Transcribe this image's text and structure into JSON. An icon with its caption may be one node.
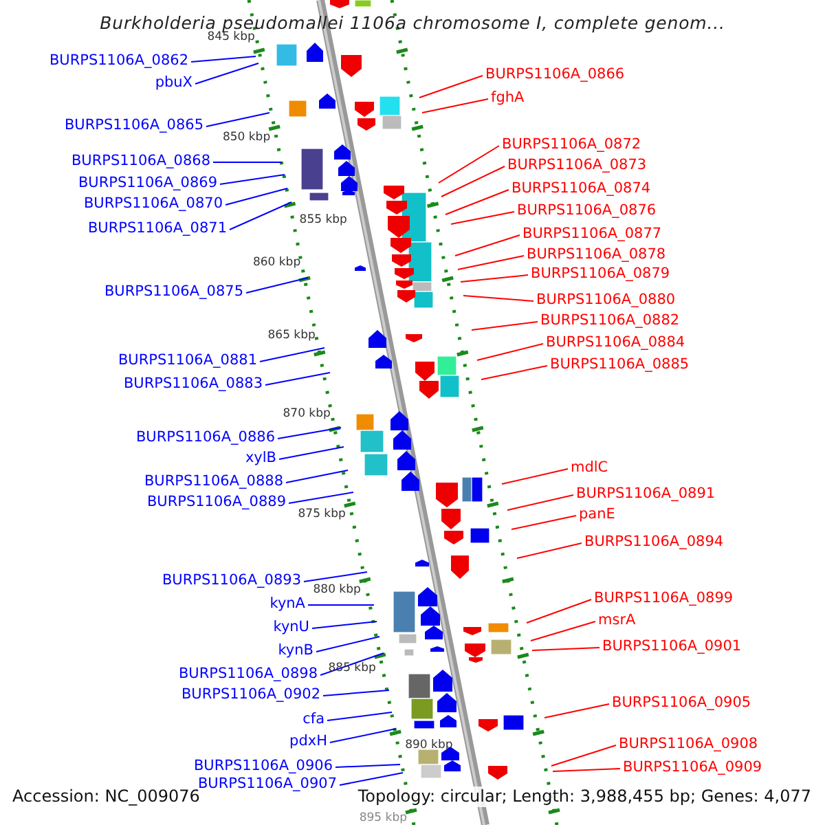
{
  "diagram": {
    "title": "Burkholderia pseudomallei 1106a chromosome I, complete genom...",
    "nodes": [
      {
        "text": [
          "BURPS1106A_0862"
        ]
      },
      {
        "text": [
          "pbuX"
        ]
      },
      {
        "text": [
          "BURPS1106A_0865"
        ]
      },
      {
        "text": [
          "BURPS1106A_0868"
        ]
      },
      {
        "text": [
          "BURPS1106A_0869"
        ]
      },
      {
        "text": [
          "BURPS1106A_0870"
        ]
      },
      {
        "text": [
          "BURPS1106A_0871"
        ]
      },
      {
        "text": [
          "BURPS1106A_0875"
        ]
      },
      {
        "text": [
          "BURPS1106A_0881"
        ]
      },
      {
        "text": [
          "BURPS1106A_0883"
        ]
      },
      {
        "text": [
          "BURPS1106A_0886"
        ]
      },
      {
        "text": [
          "xylB"
        ]
      },
      {
        "text": [
          "BURPS1106A_0888"
        ]
      },
      {
        "text": [
          "BURPS1106A_0889"
        ]
      },
      {
        "text": [
          "BURPS1106A_0893"
        ]
      },
      {
        "text": [
          "kynA"
        ]
      },
      {
        "text": [
          "kynU"
        ]
      },
      {
        "text": [
          "kynB"
        ]
      },
      {
        "text": [
          "BURPS1106A_0898"
        ]
      },
      {
        "text": [
          "BURPS1106A_0902"
        ]
      },
      {
        "text": [
          "cfa"
        ]
      },
      {
        "text": [
          "pdxH"
        ]
      },
      {
        "text": [
          "BURPS1106A_0906"
        ]
      },
      {
        "text": [
          "BURPS1106A_0907"
        ]
      },
      {
        "text": [
          "BURPS1106A_0866"
        ]
      },
      {
        "text": [
          "fghA"
        ]
      },
      {
        "text": [
          "BURPS1106A_0872"
        ]
      },
      {
        "text": [
          "BURPS1106A_0873"
        ]
      },
      {
        "text": [
          "BURPS1106A_0874"
        ]
      },
      {
        "text": [
          "BURPS1106A_0876"
        ]
      },
      {
        "text": [
          "BURPS1106A_0877"
        ]
      },
      {
        "text": [
          "BURPS1106A_0878"
        ]
      },
      {
        "text": [
          "BURPS1106A_0879"
        ]
      },
      {
        "text": [
          "BURPS1106A_0880"
        ]
      },
      {
        "text": [
          "BURPS1106A_0882"
        ]
      },
      {
        "text": [
          "BURPS1106A_0884"
        ]
      },
      {
        "text": [
          "BURPS1106A_0885"
        ]
      },
      {
        "text": [
          "mdlC"
        ]
      },
      {
        "text": [
          "BURPS1106A_0891"
        ]
      },
      {
        "text": [
          "panE"
        ]
      },
      {
        "text": [
          "BURPS1106A_0894"
        ]
      },
      {
        "text": [
          "BURPS1106A_0899"
        ]
      },
      {
        "text": [
          "msrA"
        ]
      },
      {
        "text": [
          "BURPS1106A_0901"
        ]
      },
      {
        "text": [
          "BURPS1106A_0905"
        ]
      },
      {
        "text": [
          "BURPS1106A_0908"
        ]
      },
      {
        "text": [
          "BURPS1106A_0909"
        ]
      }
    ],
    "edges": [
      {
        "from": 0,
        "to": null,
        "arrow": "none"
      },
      {
        "from": 1,
        "to": null,
        "arrow": "none"
      },
      {
        "from": 2,
        "to": null,
        "arrow": "none"
      },
      {
        "from": 3,
        "to": null,
        "arrow": "none"
      },
      {
        "from": 4,
        "to": null,
        "arrow": "none"
      },
      {
        "from": 5,
        "to": null,
        "arrow": "none"
      },
      {
        "from": 6,
        "to": null,
        "arrow": "none"
      },
      {
        "from": 7,
        "to": null,
        "arrow": "none"
      },
      {
        "from": 8,
        "to": null,
        "arrow": "none"
      },
      {
        "from": 9,
        "to": null,
        "arrow": "none"
      },
      {
        "from": 10,
        "to": null,
        "arrow": "none"
      },
      {
        "from": 11,
        "to": null,
        "arrow": "none"
      },
      {
        "from": 12,
        "to": null,
        "arrow": "none"
      },
      {
        "from": 13,
        "to": null,
        "arrow": "none"
      },
      {
        "from": 14,
        "to": null,
        "arrow": "none"
      },
      {
        "from": 15,
        "to": null,
        "arrow": "none"
      },
      {
        "from": 16,
        "to": null,
        "arrow": "none"
      },
      {
        "from": 17,
        "to": null,
        "arrow": "none"
      },
      {
        "from": 18,
        "to": null,
        "arrow": "none"
      },
      {
        "from": 19,
        "to": null,
        "arrow": "none"
      },
      {
        "from": 20,
        "to": null,
        "arrow": "none"
      },
      {
        "from": 21,
        "to": null,
        "arrow": "none"
      },
      {
        "from": 22,
        "to": null,
        "arrow": "none"
      },
      {
        "from": 23,
        "to": null,
        "arrow": "none"
      },
      {
        "from": 24,
        "to": null,
        "arrow": "none",
        "color": "#ff0000"
      },
      {
        "from": 25,
        "to": null,
        "arrow": "none",
        "color": "#ff0000"
      },
      {
        "from": 26,
        "to": null,
        "arrow": "none",
        "color": "#ff0000"
      },
      {
        "from": 27,
        "to": null,
        "arrow": "none",
        "color": "#ff0000"
      },
      {
        "from": 28,
        "to": null,
        "arrow": "none",
        "color": "#ff0000"
      },
      {
        "from": 29,
        "to": null,
        "arrow": "none",
        "color": "#ff0000"
      },
      {
        "from": 30,
        "to": null,
        "arrow": "none",
        "color": "#ff0000"
      },
      {
        "from": 31,
        "to": null,
        "arrow": "none",
        "color": "#ff0000"
      },
      {
        "from": 32,
        "to": null,
        "arrow": "none",
        "color": "#ff0000"
      },
      {
        "from": 33,
        "to": null,
        "arrow": "none",
        "color": "#ff0000"
      },
      {
        "from": 34,
        "to": null,
        "arrow": "none",
        "color": "#ff0000"
      },
      {
        "from": 35,
        "to": null,
        "arrow": "none",
        "color": "#ff0000"
      },
      {
        "from": 36,
        "to": null,
        "arrow": "none",
        "color": "#ff0000"
      },
      {
        "from": 37,
        "to": null,
        "arrow": "none",
        "color": "#ff0000"
      },
      {
        "from": 38,
        "to": null,
        "arrow": "none",
        "color": "#ff0000"
      },
      {
        "from": 39,
        "to": null,
        "arrow": "none",
        "color": "#ff0000"
      },
      {
        "from": 40,
        "to": null,
        "arrow": "none",
        "color": "#ff0000"
      },
      {
        "from": 41,
        "to": null,
        "arrow": "none",
        "color": "#ff0000"
      },
      {
        "from": 42,
        "to": null,
        "arrow": "none",
        "color": "#ff0000"
      },
      {
        "from": 43,
        "to": null,
        "arrow": "none",
        "color": "#ff0000"
      },
      {
        "from": 44,
        "to": null,
        "arrow": "none",
        "color": "#ff0000"
      },
      {
        "from": 45,
        "to": null,
        "arrow": "none",
        "color": "#ff0000"
      },
      {
        "from": 46,
        "to": null,
        "arrow": "none",
        "color": "#ff0000"
      }
    ],
    "labels": [
      "845 kbp",
      "850 kbp",
      "855 kbp",
      "860 kbp",
      "865 kbp",
      "870 kbp",
      "875 kbp",
      "880 kbp",
      "885 kbp",
      "890 kbp",
      "895 kbp",
      "Accession: NC_009076",
      "Topology: circular; Length: 3,988,455 bp; Genes: 4,077"
    ]
  }
}
